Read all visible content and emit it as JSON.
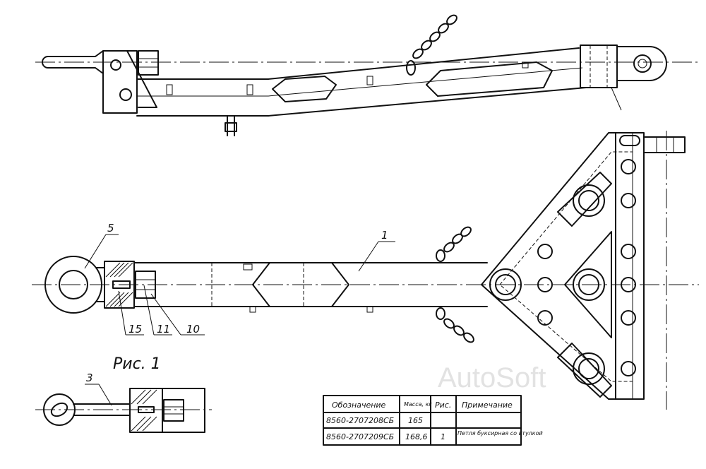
{
  "callouts": {
    "part1": "1",
    "part3": "3",
    "part5": "5",
    "part10": "10",
    "part11": "11",
    "part15": "15"
  },
  "caption": "Рис. 1",
  "watermark": "AutoSoft",
  "spec_table": {
    "headers": {
      "designation": "Обозначение",
      "mass": "Масса, кг",
      "figure": "Рис.",
      "note": "Примечание"
    },
    "rows": [
      {
        "designation": "8560-2707208СБ",
        "mass": "165",
        "figure": "",
        "note": ""
      },
      {
        "designation": "8560-2707209СБ",
        "mass": "168,6",
        "figure": "1",
        "note": "Петля буксирная со втулкой"
      }
    ]
  }
}
